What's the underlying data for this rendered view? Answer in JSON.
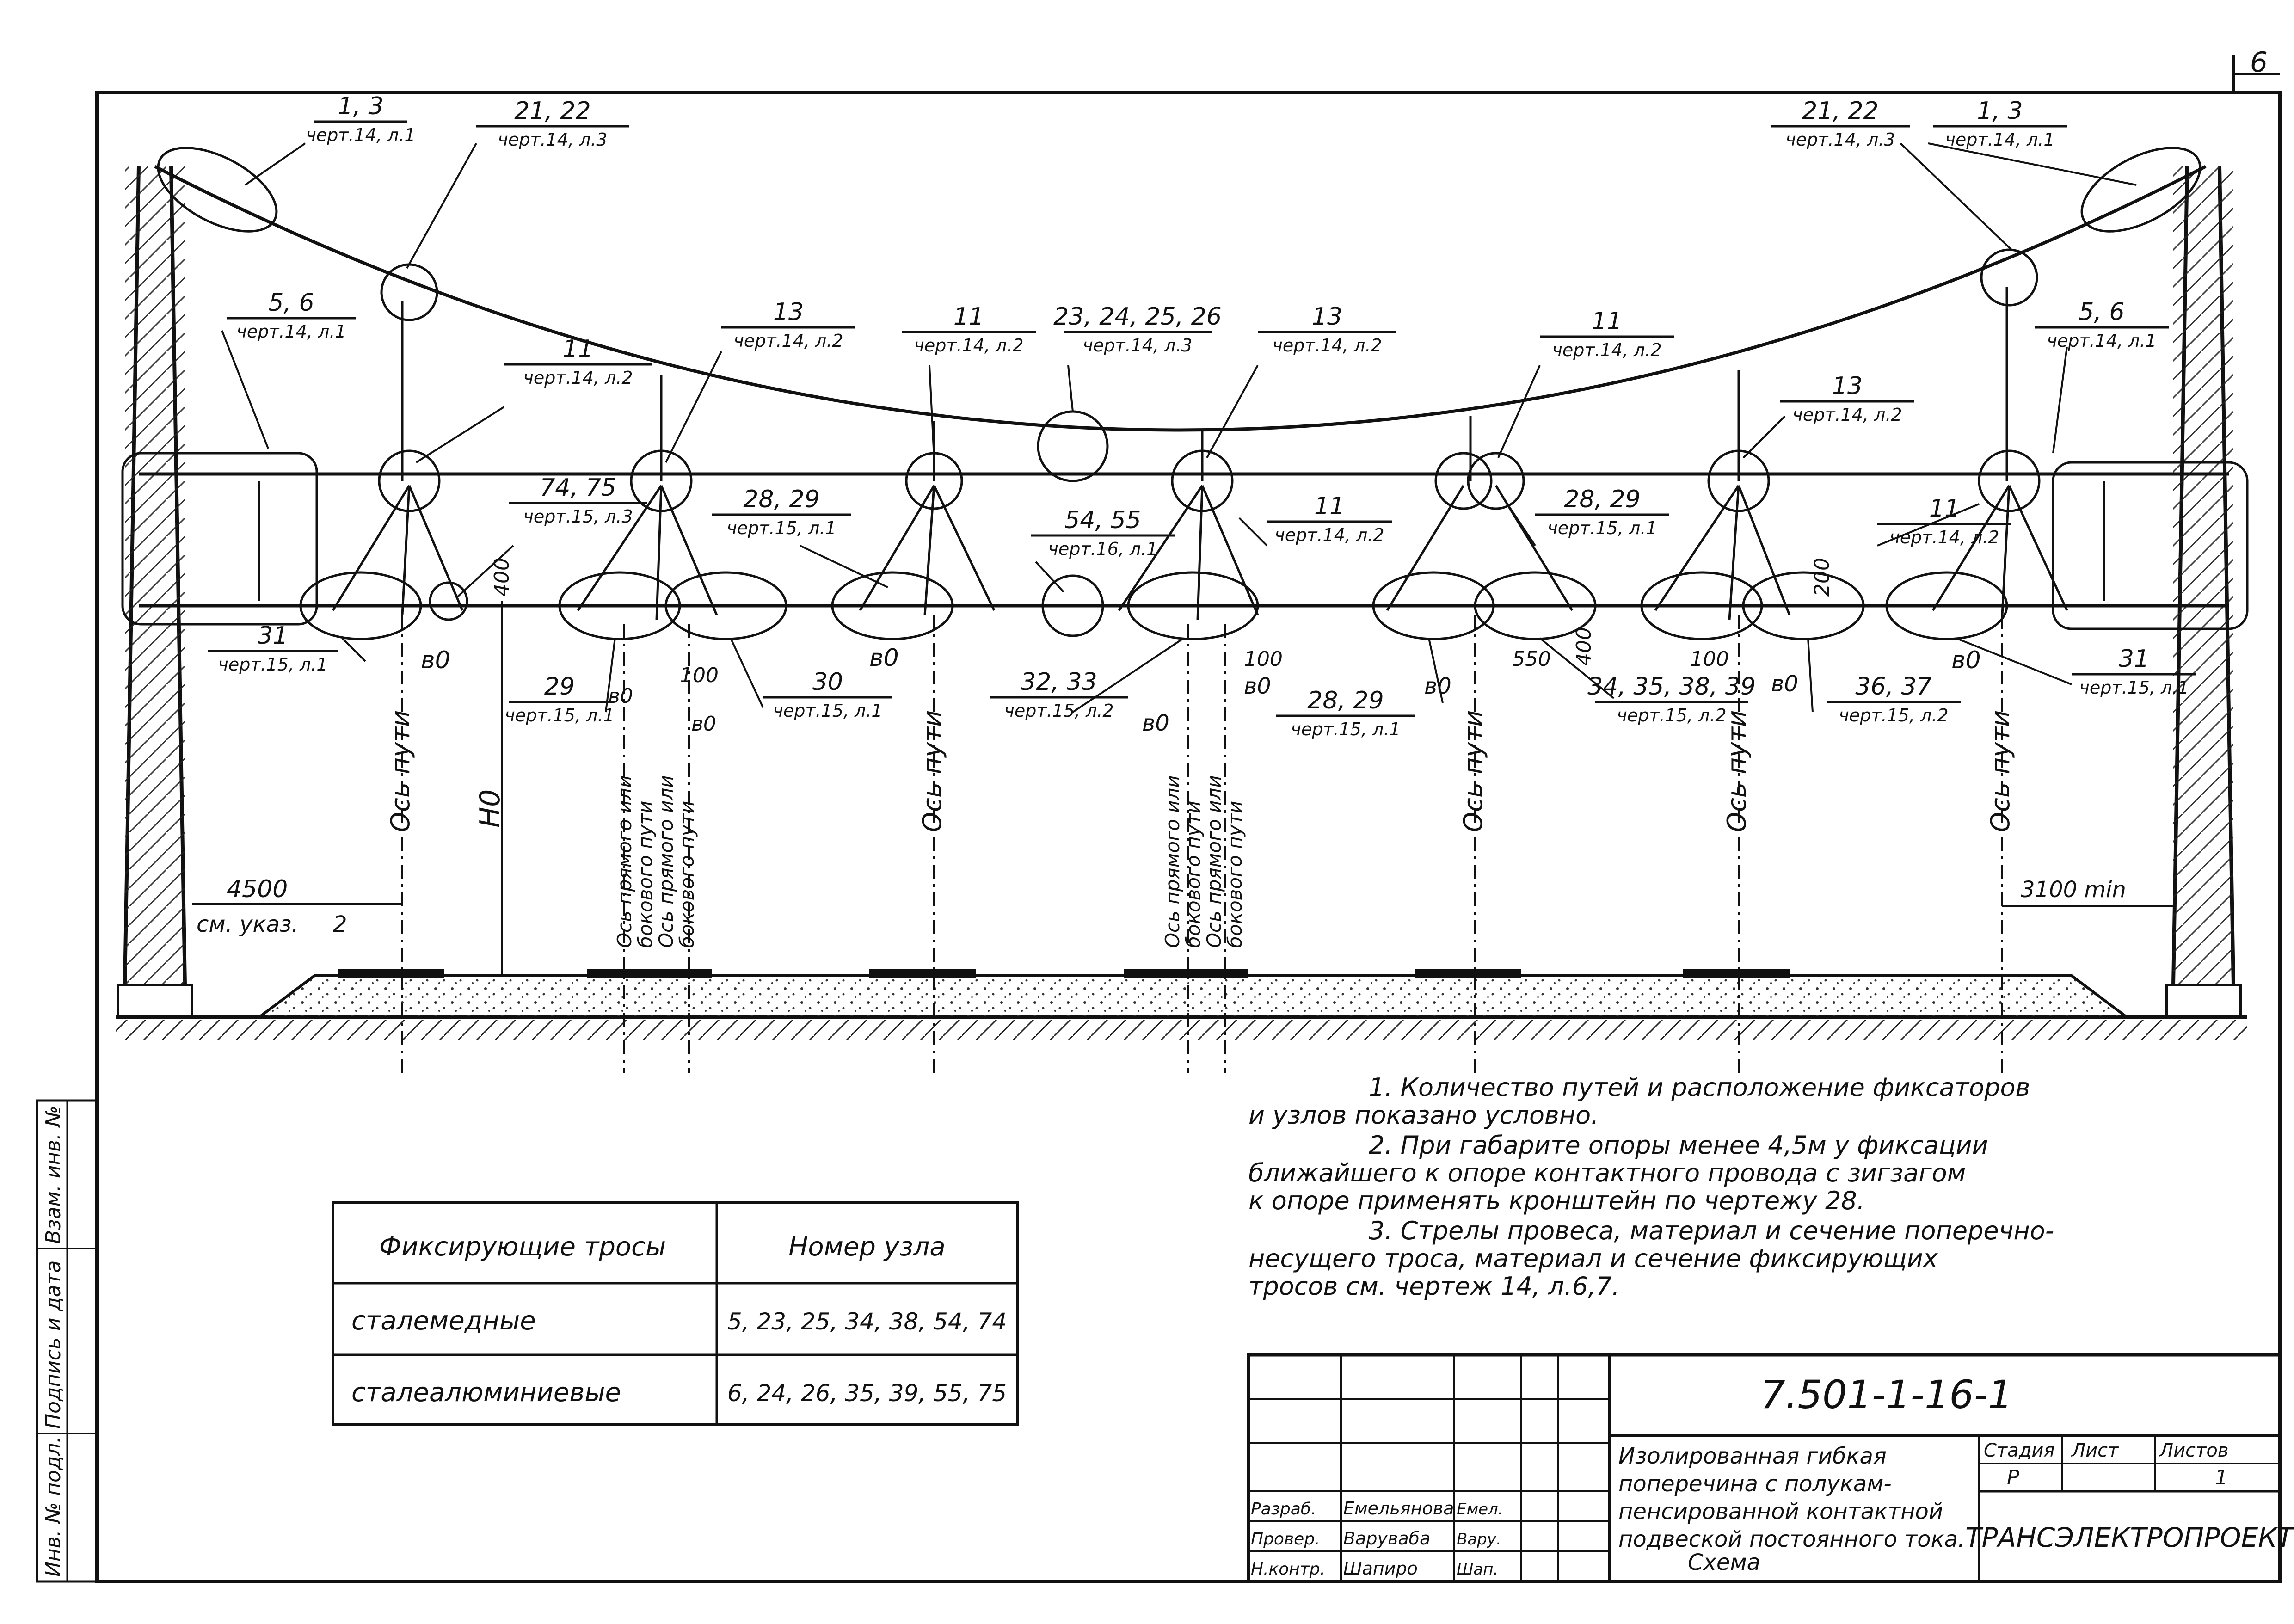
{
  "sheet_corner": "6",
  "callouts": [
    {
      "num": "1, 3",
      "ref": "черт.14, л.1"
    },
    {
      "num": "21, 22",
      "ref": "черт.14, л.3"
    },
    {
      "num": "5, 6",
      "ref": "черт.14, л.1"
    },
    {
      "num": "11",
      "ref": "черт.14, л.2"
    },
    {
      "num": "13",
      "ref": "черт.14, л.2"
    },
    {
      "num": "11",
      "ref": "черт.14, л.2"
    },
    {
      "num": "23, 24, 25, 26",
      "ref": "черт.14, л.3"
    },
    {
      "num": "13",
      "ref": "черт.14, л.2"
    },
    {
      "num": "11",
      "ref": "черт.14, л.2"
    },
    {
      "num": "21, 22",
      "ref": "черт.14, л.3"
    },
    {
      "num": "1, 3",
      "ref": "черт.14, л.1"
    },
    {
      "num": "5, 6",
      "ref": "черт.14, л.1"
    },
    {
      "num": "13",
      "ref": "черт.14, л.2"
    },
    {
      "num": "74, 75",
      "ref": "черт.15, л.3"
    },
    {
      "num": "28, 29",
      "ref": "черт.15, л.1"
    },
    {
      "num": "54, 55",
      "ref": "черт.16, л.1"
    },
    {
      "num": "11",
      "ref": "черт.14, л.2"
    },
    {
      "num": "28, 29",
      "ref": "черт.15, л.1"
    },
    {
      "num": "11",
      "ref": "черт.14, л.2"
    },
    {
      "num": "31",
      "ref": "черт.15, л.1"
    },
    {
      "num": "29",
      "ref": "черт.15, л.1"
    },
    {
      "num": "30",
      "ref": "черт.15, л.1"
    },
    {
      "num": "32, 33",
      "ref": "черт.15, л.2"
    },
    {
      "num": "28, 29",
      "ref": "черт.15, л.1"
    },
    {
      "num": "34, 35, 38, 39",
      "ref": "черт.15, л.2"
    },
    {
      "num": "36, 37",
      "ref": "черт.15, л.2"
    },
    {
      "num": "31",
      "ref": "черт.15, л.1"
    }
  ],
  "dims": {
    "d400a": "400",
    "d400b": "400",
    "d200": "200",
    "b0": "в0",
    "d100": "100",
    "d550": "550",
    "h0": "Н0",
    "d4500": "4500",
    "d3100": "3100 min"
  },
  "axis_labels": {
    "track": "Ось пути",
    "main1": "Ось прямого или",
    "side1": "бокового пути",
    "main2": "Ось прямого или",
    "side2": "бокового пути"
  },
  "see_note": "см. указ.",
  "see_note_num": "2",
  "notes": [
    "1. Количество путей и расположение фиксаторов",
    "и узлов показано условно.",
    "2. При габарите опоры менее 4,5м у фиксации",
    "ближайшего к опоре контактного провода с зигзагом",
    "к опоре применять кронштейн по чертежу 28.",
    "3. Стрелы провеса, материал и сечение поперечно-",
    "несущего троса, материал и сечение фиксирующих",
    "тросов см. чертеж 14, л.6,7."
  ],
  "cable_table": {
    "headers": [
      "Фиксирующие тросы",
      "Номер узла"
    ],
    "rows": [
      [
        "сталемедные",
        "5, 23, 25, 34, 38, 54, 74"
      ],
      [
        "сталеалюминиевые",
        "6, 24, 26, 35, 39, 55, 75"
      ]
    ]
  },
  "side_stamp": [
    "Инв. № подл.",
    "Подпись и дата",
    "Взам. инв. №"
  ],
  "title_block": {
    "code": "7.501-1-16-1",
    "desc": [
      "Изолированная гибкая",
      "поперечина с полукам-",
      "пенсированной контактной",
      "подвеской постоянного тока.",
      "Схема"
    ],
    "stage_h": "Стадия",
    "sheet_h": "Лист",
    "sheets_h": "Листов",
    "stage": "Р",
    "sheet": "",
    "sheets": "1",
    "org": "ТРАНСЭЛЕКТРОПРОЕКТ",
    "staff": [
      {
        "role": "Разраб.",
        "name": "Емельянова",
        "sign": "Емел."
      },
      {
        "role": "Провер.",
        "name": "Варуваба",
        "sign": "Вару."
      },
      {
        "role": "Н.контр.",
        "name": "Шапиро",
        "sign": "Шап."
      }
    ]
  }
}
